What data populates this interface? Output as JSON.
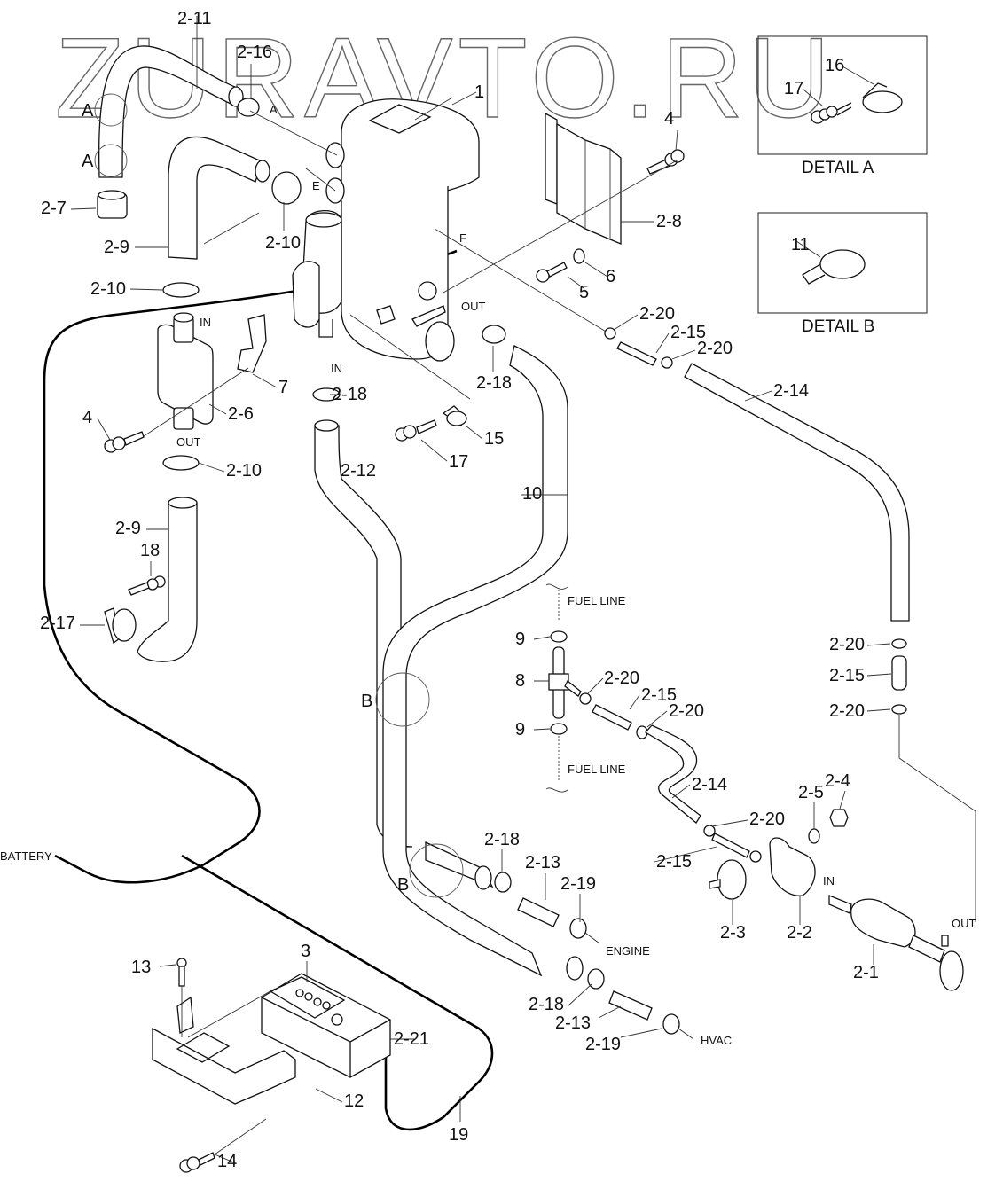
{
  "watermark": "ZURAVTO.RU",
  "details": {
    "a": {
      "title": "DETAIL A",
      "callouts": [
        "16",
        "17"
      ]
    },
    "b": {
      "title": "DETAIL B",
      "callouts": [
        "11"
      ]
    }
  },
  "annotations": {
    "in": "IN",
    "out": "OUT",
    "fuel_line": "FUEL LINE",
    "battery": "BATTERY",
    "engine": "ENGINE",
    "hvac": "HVAC",
    "section_a": "A",
    "section_b": "B",
    "ref_e": "E",
    "ref_f": "F"
  },
  "callouts": [
    {
      "id": "2-11"
    },
    {
      "id": "2-16"
    },
    {
      "id": "1"
    },
    {
      "id": "4"
    },
    {
      "id": "2-7"
    },
    {
      "id": "2-9"
    },
    {
      "id": "2-10"
    },
    {
      "id": "2-8"
    },
    {
      "id": "5"
    },
    {
      "id": "6"
    },
    {
      "id": "2-10"
    },
    {
      "id": "2-20"
    },
    {
      "id": "2-15"
    },
    {
      "id": "2-20"
    },
    {
      "id": "7"
    },
    {
      "id": "2-18"
    },
    {
      "id": "2-18"
    },
    {
      "id": "2-14"
    },
    {
      "id": "4"
    },
    {
      "id": "2-6"
    },
    {
      "id": "15"
    },
    {
      "id": "17"
    },
    {
      "id": "2-10"
    },
    {
      "id": "2-12"
    },
    {
      "id": "10"
    },
    {
      "id": "2-9"
    },
    {
      "id": "18"
    },
    {
      "id": "2-17"
    },
    {
      "id": "9"
    },
    {
      "id": "8"
    },
    {
      "id": "2-20"
    },
    {
      "id": "2-15"
    },
    {
      "id": "2-20"
    },
    {
      "id": "9"
    },
    {
      "id": "2-20"
    },
    {
      "id": "2-15"
    },
    {
      "id": "2-20"
    },
    {
      "id": "2-14"
    },
    {
      "id": "2-4"
    },
    {
      "id": "2-5"
    },
    {
      "id": "2-20"
    },
    {
      "id": "2-15"
    },
    {
      "id": "2-18"
    },
    {
      "id": "2-13"
    },
    {
      "id": "2-19"
    },
    {
      "id": "2-3"
    },
    {
      "id": "2-2"
    },
    {
      "id": "2-1"
    },
    {
      "id": "13"
    },
    {
      "id": "3"
    },
    {
      "id": "2-18"
    },
    {
      "id": "2-13"
    },
    {
      "id": "2-21"
    },
    {
      "id": "2-19"
    },
    {
      "id": "12"
    },
    {
      "id": "19"
    },
    {
      "id": "14"
    }
  ]
}
